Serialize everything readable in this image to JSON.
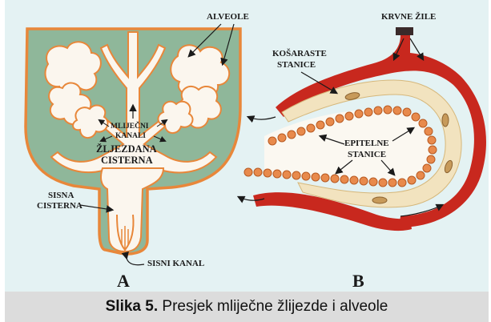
{
  "labels": {
    "alveole": "ALVEOLE",
    "mlijecni": "MLIJEČNI",
    "kanali": "KANALI",
    "zlijezdana": "ŽLJEZDANA",
    "cisterna": "CISTERNA",
    "sisna": "SISNA",
    "sisna_cisterna": "CISTERNA",
    "sisni_kanal": "SISNI KANAL",
    "panel_a": "A",
    "krvne_zile": "KRVNE ŽILE",
    "kosaraste": "KOŠARASTE",
    "stanice": "STANICE",
    "epitelne": "EPITELNE",
    "epitelne_stanice": "STANICE",
    "panel_b": "B"
  },
  "caption": {
    "bold": "Slika 5.",
    "text": " Presjek mliječne žlijezde i alveole"
  },
  "colors": {
    "panel_background": "#e4f2f3",
    "gland_fill": "#8fb79a",
    "duct_fill": "#fbf6ee",
    "outline_orange": "#e8873a",
    "vessel_red": "#c8281e",
    "cell_orange": "#e88a4c",
    "caption_bar": "#dcdcdc"
  }
}
